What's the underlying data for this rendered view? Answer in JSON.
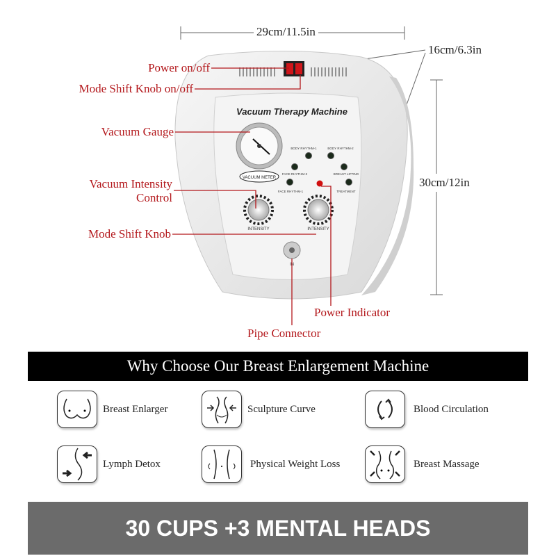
{
  "dimensions": {
    "width": "29cm/11.5in",
    "depth": "16cm/6.3in",
    "height": "30cm/12in"
  },
  "machine": {
    "title": "Vacuum Therapy Machine",
    "gauge_label": "VACUUM METER",
    "modes": [
      "BODY RHYTHM-1",
      "BODY RHYTHM-2",
      "FACE RHYTHM-2",
      "BREAST LIFTING",
      "FACE RHYTHM-1",
      "TREATMENT"
    ],
    "knob_label": "INTENSITY",
    "port_label": "IN"
  },
  "callouts": {
    "power": "Power on/off",
    "mode_switch": "Mode Shift Knob on/off",
    "gauge": "Vacuum Gauge",
    "intensity_line1": "Vacuum Intensity",
    "intensity_line2": "Control",
    "mode_knob": "Mode Shift Knob",
    "indicator": "Power Indicator",
    "pipe": "Pipe Connector"
  },
  "colors": {
    "callout": "#b3171b",
    "banner": "#000000",
    "footer": "#6b6b6b"
  },
  "features": {
    "heading": "Why Choose Our Breast Enlargement Machine",
    "items": [
      {
        "icon": "breast-icon",
        "label": "Breast Enlarger"
      },
      {
        "icon": "waist-icon",
        "label": "Sculpture Curve"
      },
      {
        "icon": "circulation-arrows-icon",
        "label": "Blood Circulation"
      },
      {
        "icon": "body-curve-arrows-icon",
        "label": "Lymph Detox"
      },
      {
        "icon": "slim-waist-icon",
        "label": "Physical Weight Loss"
      },
      {
        "icon": "massage-arrows-icon",
        "label": "Breast Massage"
      }
    ]
  },
  "footer": {
    "text": "30 CUPS +3 MENTAL HEADS"
  }
}
